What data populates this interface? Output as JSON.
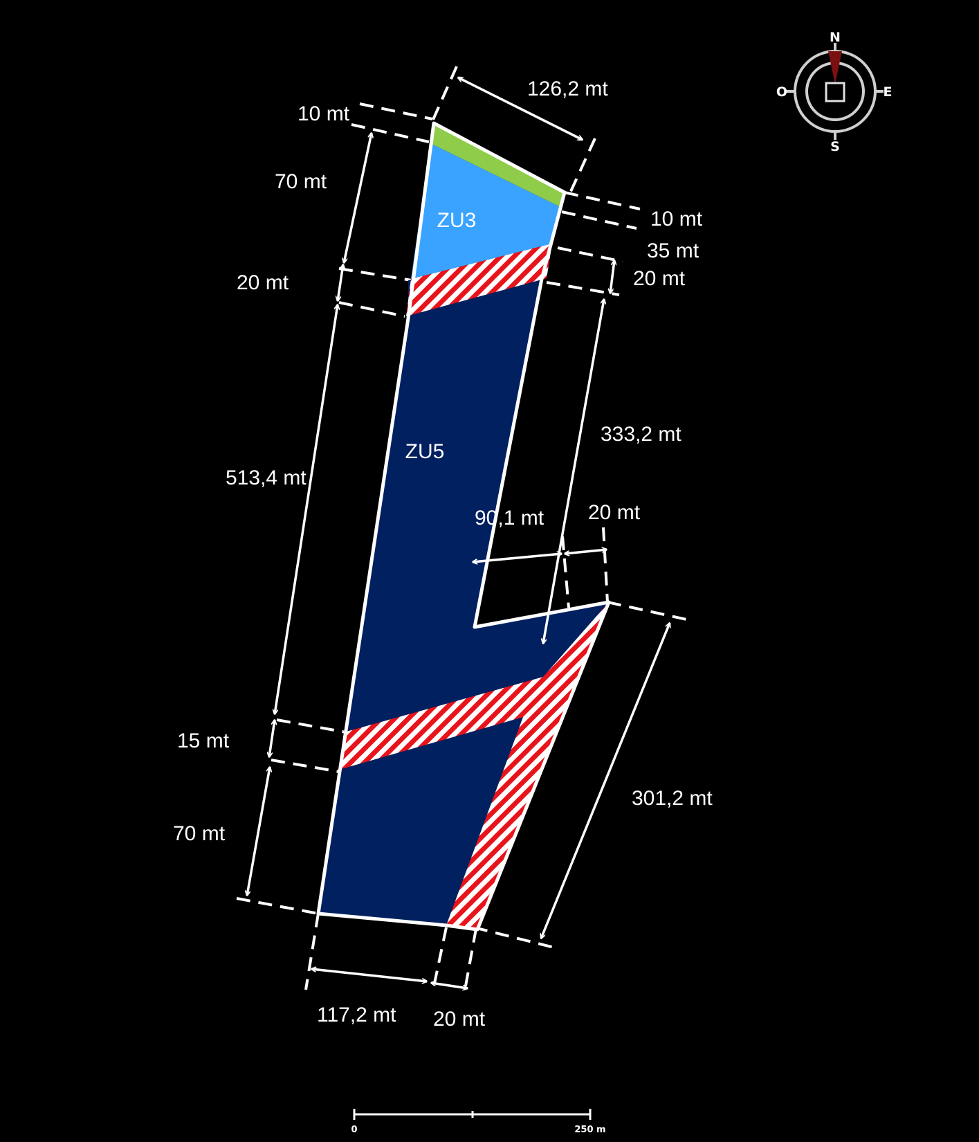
{
  "zones": {
    "zu3": "ZU3",
    "zu5": "ZU5"
  },
  "dimensions": {
    "top_width": "126,2 mt",
    "top_strip_left": "10 mt",
    "zu3_left_height": "70 mt",
    "top_strip_right": "10 mt",
    "zu3_right_height": "35 mt",
    "upper_buffer_left": "20 mt",
    "upper_buffer_right": "20 mt",
    "zu5_left_height": "513,4 mt",
    "zu5_right_height": "333,2 mt",
    "notch_width": "90,1 mt",
    "notch_buffer_width": "20 mt",
    "lower_buffer_left": "15 mt",
    "bottom_left_height": "70 mt",
    "diagonal_buffer_length": "301,2 mt",
    "bottom_width": "117,2 mt",
    "bottom_buffer_width": "20 mt"
  },
  "compass": {
    "north": "N",
    "south": "S",
    "east": "E",
    "west": "O"
  },
  "scale_bar": {
    "start": "0",
    "end": "250 m"
  },
  "colors": {
    "background": "#000000",
    "zu3_fill": "#3aa3ff",
    "zu5_fill": "#00205f",
    "strip_fill": "#8fcc4a",
    "buffer_stripe_red": "#e8141c",
    "buffer_stripe_white": "#ffffff",
    "outline": "#ffffff"
  }
}
